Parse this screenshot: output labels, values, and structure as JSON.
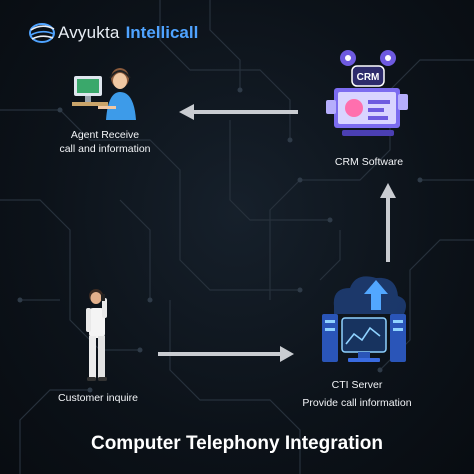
{
  "brand": {
    "name_part1": "Avyukta",
    "name_part2": "Intellicall",
    "logo_icon": "swirl-globe-icon"
  },
  "nodes": {
    "agent": {
      "line1": "Agent Receive",
      "line2": "call and information",
      "icon": "agent-headset-icon"
    },
    "crm": {
      "label": "CRM Software",
      "badge": "CRM",
      "icon": "crm-software-icon"
    },
    "customer": {
      "label": "Customer inquire",
      "icon": "customer-phone-icon"
    },
    "cti": {
      "line1": "CTI Server",
      "line2": "Provide call information",
      "icon": "cti-server-icon"
    }
  },
  "arrows": [
    "customer-to-cti",
    "cti-to-crm",
    "crm-to-agent"
  ],
  "title": "Computer Telephony Integration",
  "colors": {
    "accent": "#4fa3ff",
    "arrow": "#c9ccd1",
    "background": "#0c1219"
  }
}
